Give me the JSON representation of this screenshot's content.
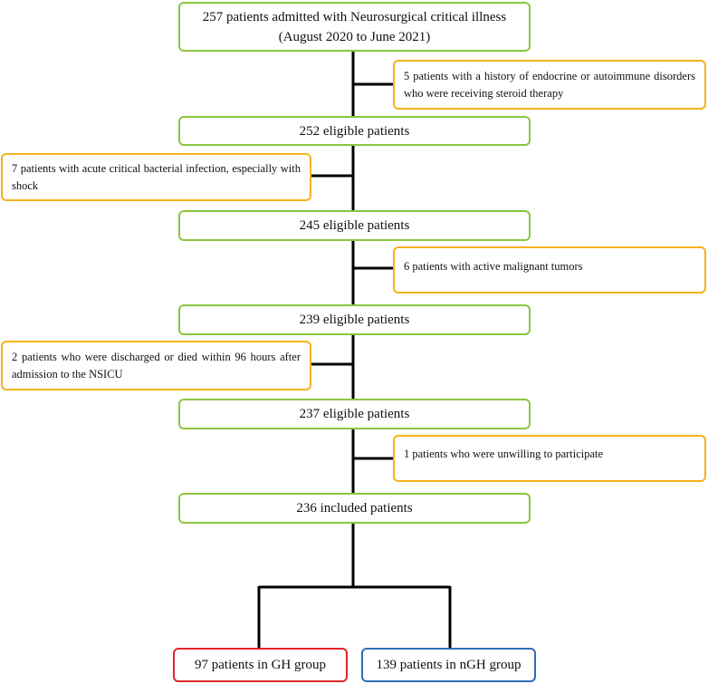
{
  "start": {
    "line1": "257 patients admitted with Neurosurgical critical illness",
    "line2": "(August 2020 to June 2021)"
  },
  "exclusions": [
    "5 patients with a history of endocrine or autoimmune disorders who were receiving steroid therapy",
    "7 patients with acute critical bacterial infection, especially with shock",
    "6 patients with active malignant tumors",
    "2 patients who were discharged or died within 96 hours after admission to the NSICU",
    "1 patients who were unwilling to participate"
  ],
  "stages": [
    "252 eligible patients",
    "245 eligible patients",
    "239 eligible patients",
    "237 eligible patients",
    "236 included patients"
  ],
  "groups": {
    "gh": "97 patients in GH group",
    "ngh": "139 patients in nGH group"
  },
  "colors": {
    "stage_border": "#8cc63f",
    "exclusion_border": "#f5b21b",
    "gh_border": "#e0242b",
    "ngh_border": "#2f6db3",
    "connector": "#000000"
  }
}
